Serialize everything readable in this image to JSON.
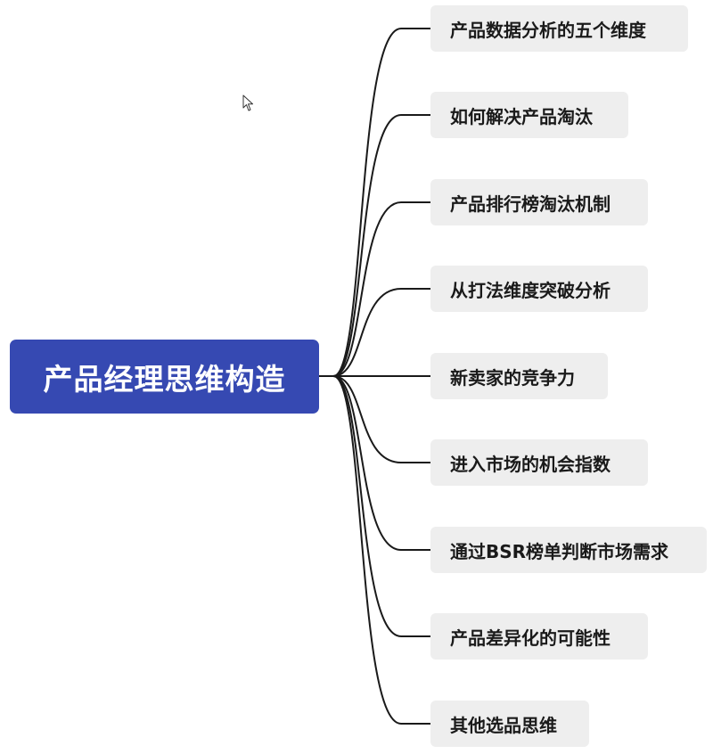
{
  "colors": {
    "root_bg": "#3649b2",
    "child_bg": "#eeeeee",
    "line": "#1a1a1a"
  },
  "root": {
    "label": "产品经理思维构造"
  },
  "children": [
    {
      "label": "产品数据分析的五个维度"
    },
    {
      "label": "如何解决产品淘汰"
    },
    {
      "label": "产品排行榜淘汰机制"
    },
    {
      "label": "从打法维度突破分析"
    },
    {
      "label": "新卖家的竞争力"
    },
    {
      "label": "进入市场的机会指数"
    },
    {
      "label": "通过BSR榜单判断市场需求"
    },
    {
      "label": "产品差异化的可能性"
    },
    {
      "label": "其他选品思维"
    }
  ],
  "cursor_icon": "mouse-pointer-icon"
}
